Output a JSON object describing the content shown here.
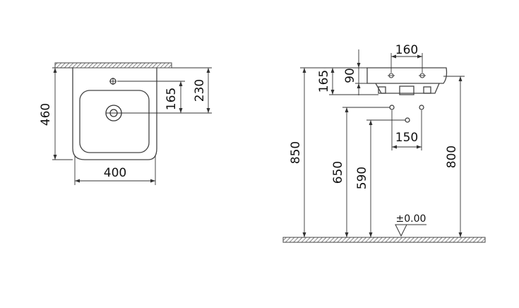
{
  "top_view": {
    "width": "400",
    "depth": "460",
    "tap_hole_to_drain": "165",
    "tap_hole_to_wall": "230"
  },
  "side_view": {
    "basin_height": "90",
    "rim_to_waste": "165",
    "tap_holes": "160",
    "fixing_centres": "150",
    "rim_height": "850",
    "fixing_height": "800",
    "waste_outlet_height": "650",
    "trap_height": "590",
    "floor_level": "±0.00"
  }
}
